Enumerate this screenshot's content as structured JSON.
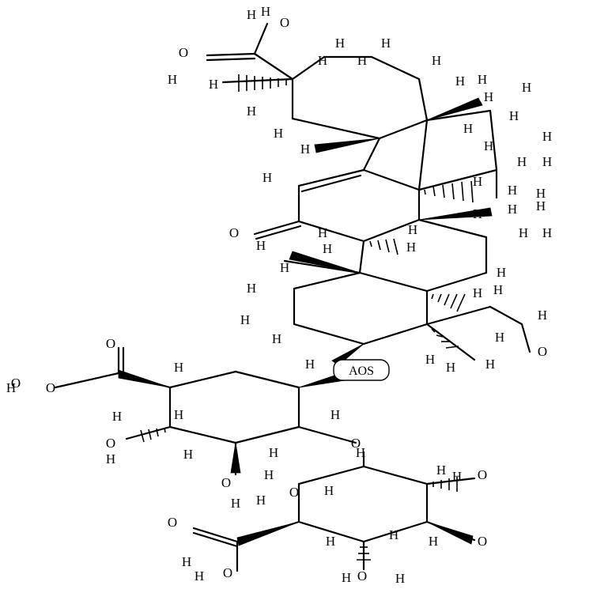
{
  "atom_symbols": {
    "hydrogen": "H",
    "oxygen": "O"
  },
  "abbreviation_label": "AOS",
  "colors": {
    "ink": "#000000",
    "background": "#ffffff"
  }
}
